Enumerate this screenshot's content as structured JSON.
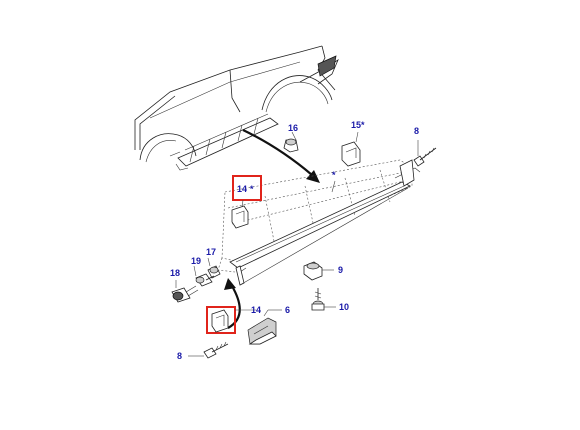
{
  "callouts": {
    "c16": "16",
    "c15": "15",
    "c15_mark": "*",
    "c8_top": "8",
    "c_star": "*",
    "c14_top": "14",
    "c14_top_mark": "*",
    "c17": "17",
    "c19": "19",
    "c18": "18",
    "c9": "9",
    "c10": "10",
    "c14_low": "14",
    "c6": "6",
    "c8_low": "8"
  },
  "highlight_color": "#e0241b",
  "callout_color": "#1a1aa8"
}
